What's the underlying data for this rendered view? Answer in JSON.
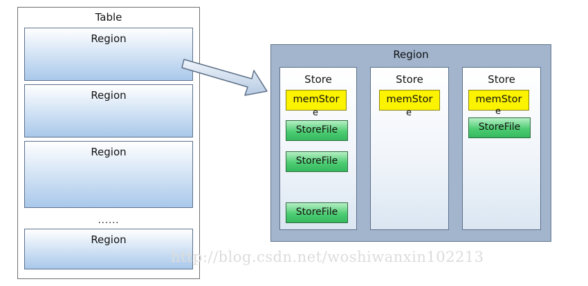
{
  "table": {
    "title": "Table",
    "regions": [
      "Region",
      "Region",
      "Region",
      "Region"
    ],
    "ellipsis": "......"
  },
  "region_detail": {
    "title": "Region",
    "stores": [
      {
        "title": "Store",
        "memstore": "memStor",
        "memstore_tail": "e",
        "storefiles": [
          "StoreFile",
          "StoreFile",
          "StoreFile"
        ]
      },
      {
        "title": "Store",
        "memstore": "memStor",
        "memstore_tail": "e",
        "storefiles": []
      },
      {
        "title": "Store",
        "memstore": "memStor",
        "memstore_tail": "e",
        "storefiles": [
          "StoreFile"
        ]
      }
    ]
  },
  "watermark": "http://blog.csdn.net/woshiwanxin102213",
  "colors": {
    "region_fill": "#a9c8ea",
    "outer_region_fill": "#a2b5cd",
    "memstore_fill": "#fbf300",
    "storefile_fill": "#4fcd73"
  }
}
